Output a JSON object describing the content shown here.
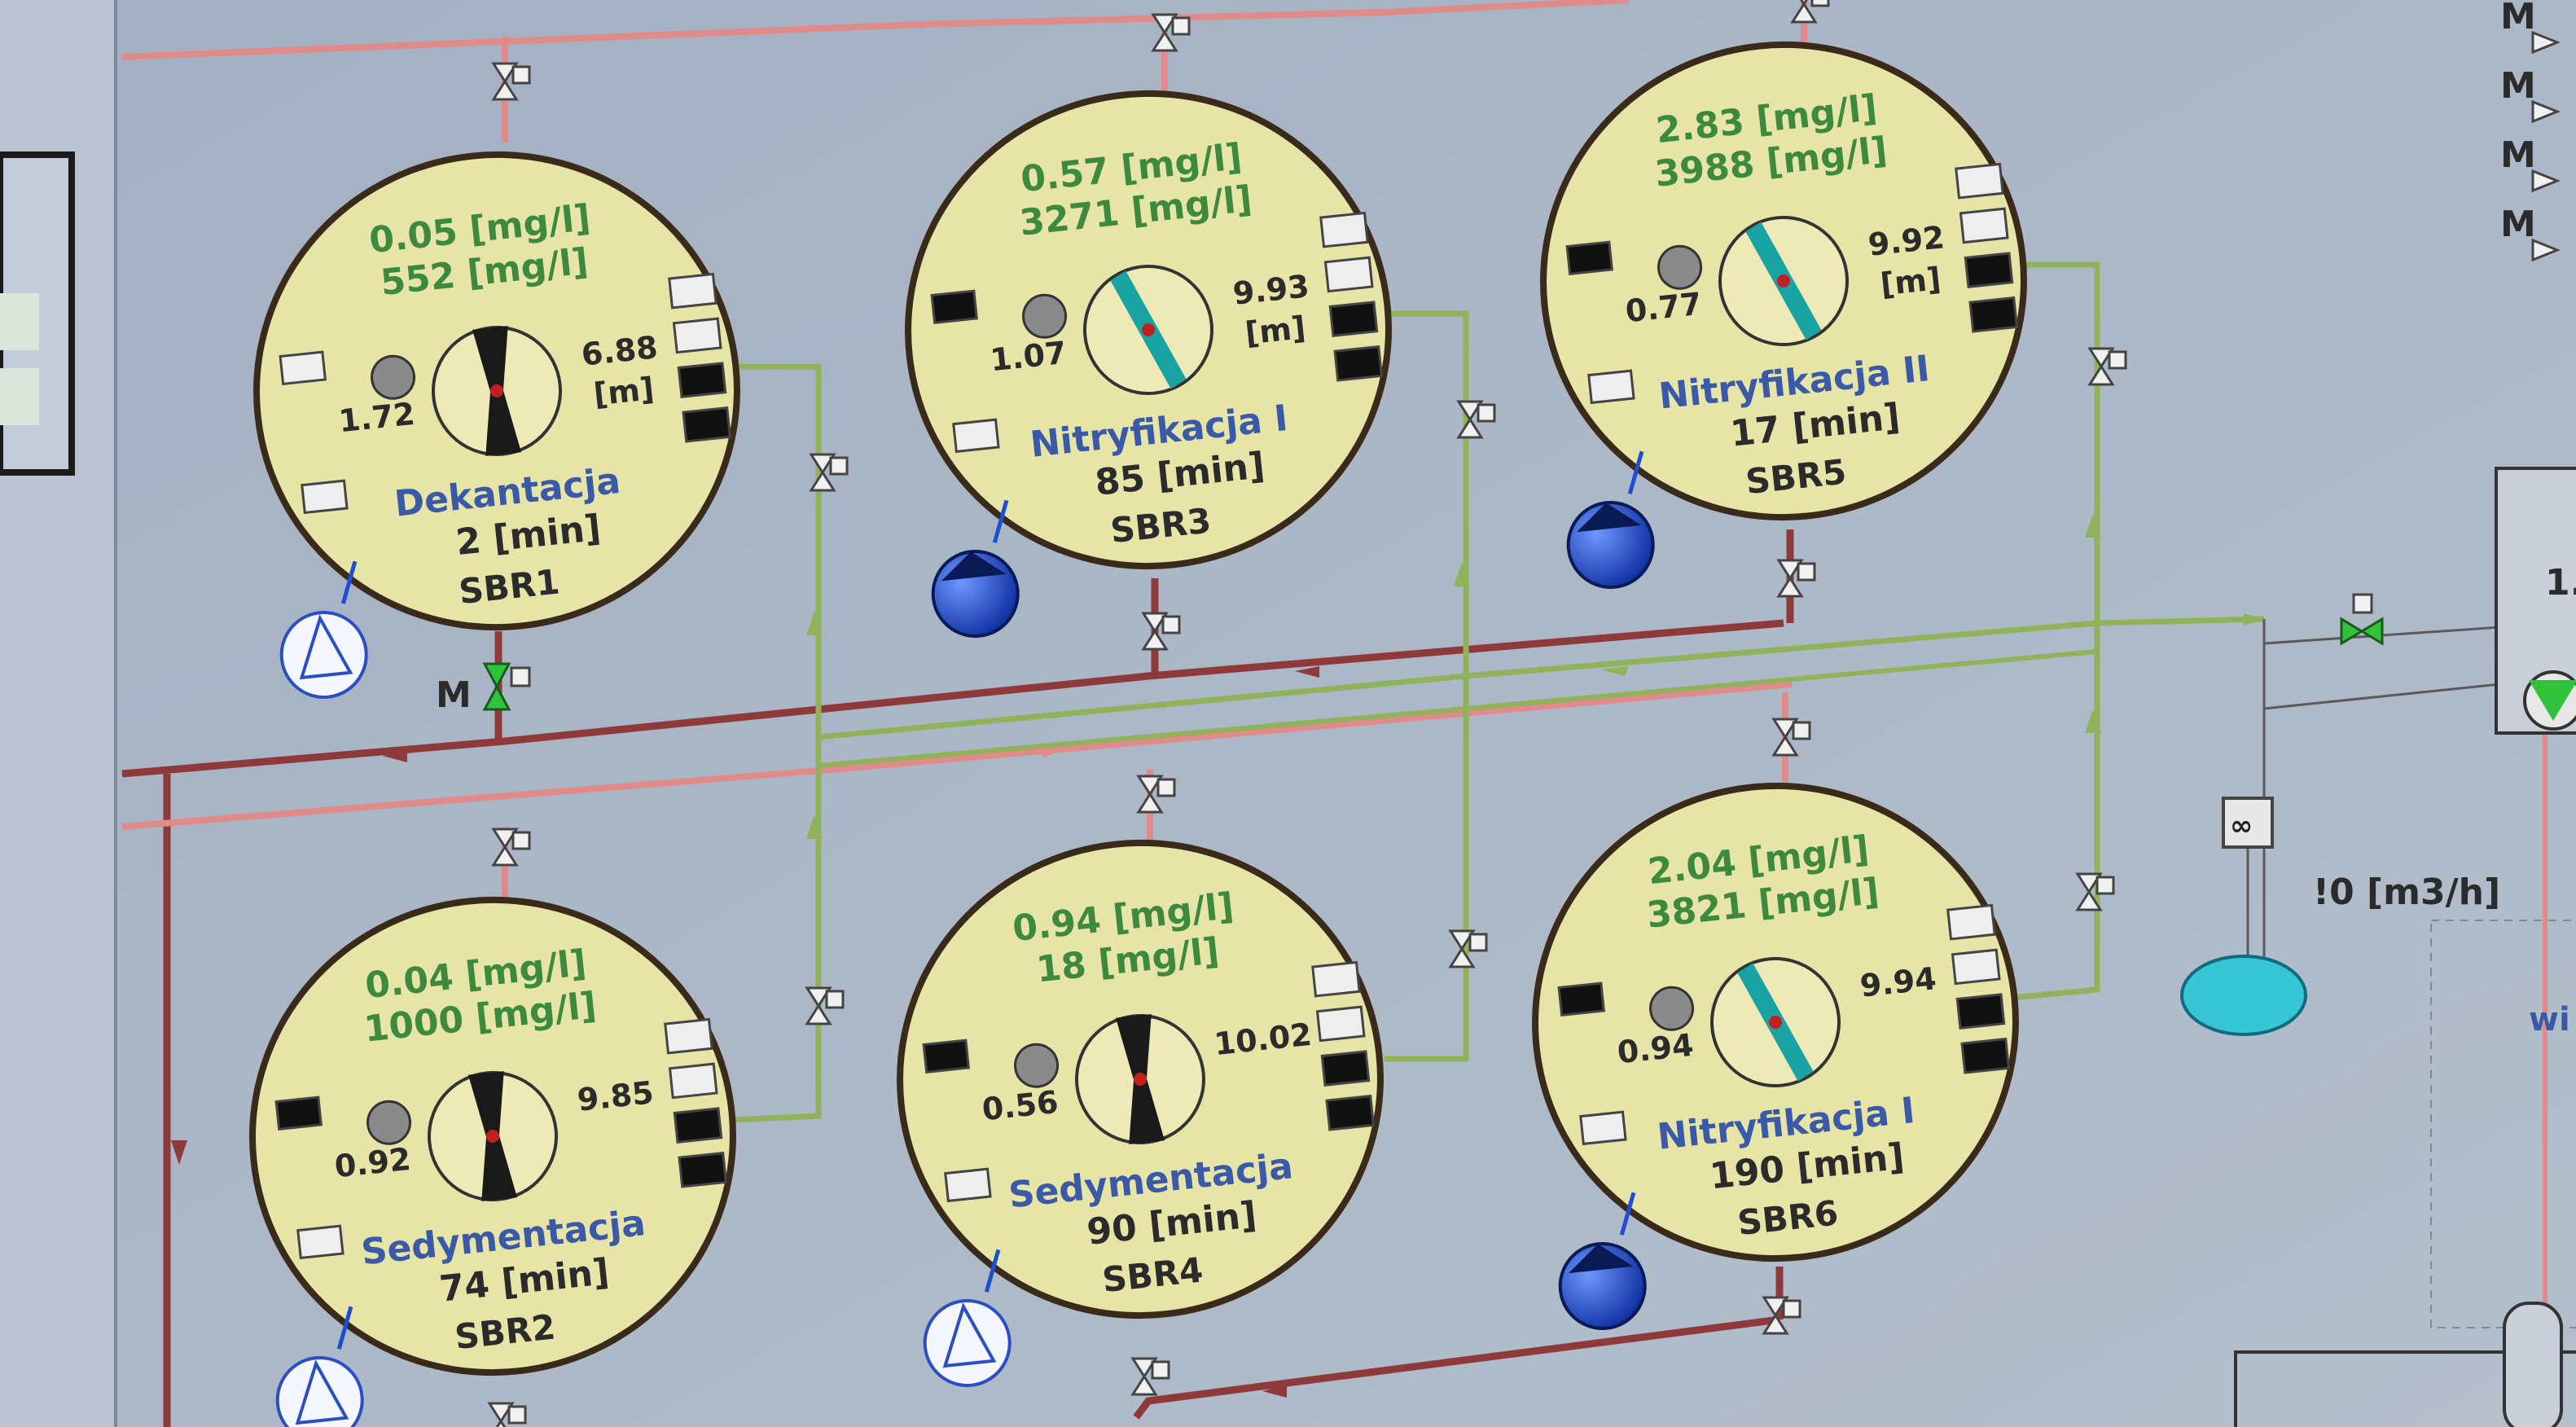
{
  "colors": {
    "screen_bg": "#aab5c6",
    "tank_fill": "#e6e4a6",
    "tank_outline": "#3a2a1a",
    "pipe_dark_red": "#8e3a3a",
    "pipe_pink": "#e08a8a",
    "pipe_green": "#8fb35a",
    "pump_active": "#1f4fd1",
    "pump_idle": "#f4f7ff",
    "valve_open": "#2fc23a",
    "mixer_blade": "#1a1a1a",
    "aerator_blade": "#1aa3a3",
    "concentration_text": "#3d8a3f",
    "phase_text": "#3a5aa8",
    "flow_tank": "#36c6d6"
  },
  "tanks": [
    {
      "id": "SBR1",
      "conc1": "0.05 [mg/l]",
      "conc2": "552 [mg/l]",
      "phase": "Dekantacja",
      "time": "2 [min]",
      "left_value": "1.72",
      "level": "6.88",
      "level_unit": "[m]",
      "rotor": "mixer",
      "pump": "idle"
    },
    {
      "id": "SBR3",
      "conc1": "0.57 [mg/l]",
      "conc2": "3271 [mg/l]",
      "phase": "Nitryfikacja I",
      "time": "85 [min]",
      "left_value": "1.07",
      "level": "9.93",
      "level_unit": "[m]",
      "rotor": "aerator",
      "pump": "active"
    },
    {
      "id": "SBR5",
      "conc1": "2.83 [mg/l]",
      "conc2": "3988 [mg/l]",
      "phase": "Nitryfikacja II",
      "time": "17 [min]",
      "left_value": "0.77",
      "level": "9.92",
      "level_unit": "[m]",
      "rotor": "aerator",
      "pump": "active"
    },
    {
      "id": "SBR2",
      "conc1": "0.04 [mg/l]",
      "conc2": "1000 [mg/l]",
      "phase": "Sedymentacja",
      "time": "74 [min]",
      "left_value": "0.92",
      "level": "9.85",
      "level_unit": "",
      "rotor": "mixer",
      "pump": "idle"
    },
    {
      "id": "SBR4",
      "conc1": "0.94 [mg/l]",
      "conc2": "18 [mg/l]",
      "phase": "Sedymentacja",
      "time": "90 [min]",
      "left_value": "0.56",
      "level": "10.02",
      "level_unit": "",
      "rotor": "mixer",
      "pump": "idle"
    },
    {
      "id": "SBR6",
      "conc1": "2.04 [mg/l]",
      "conc2": "3821 [mg/l]",
      "phase": "Nitryfikacja I",
      "time": "190 [min]",
      "left_value": "0.94",
      "level": "9.94",
      "level_unit": "",
      "rotor": "aerator",
      "pump": "active"
    }
  ],
  "flow_reading": "!0 [m3/h]",
  "motor_label": "M",
  "motor_legend": [
    "M",
    "M",
    "M",
    "M"
  ],
  "right_panel_value": "1.",
  "cut_text": "wi"
}
